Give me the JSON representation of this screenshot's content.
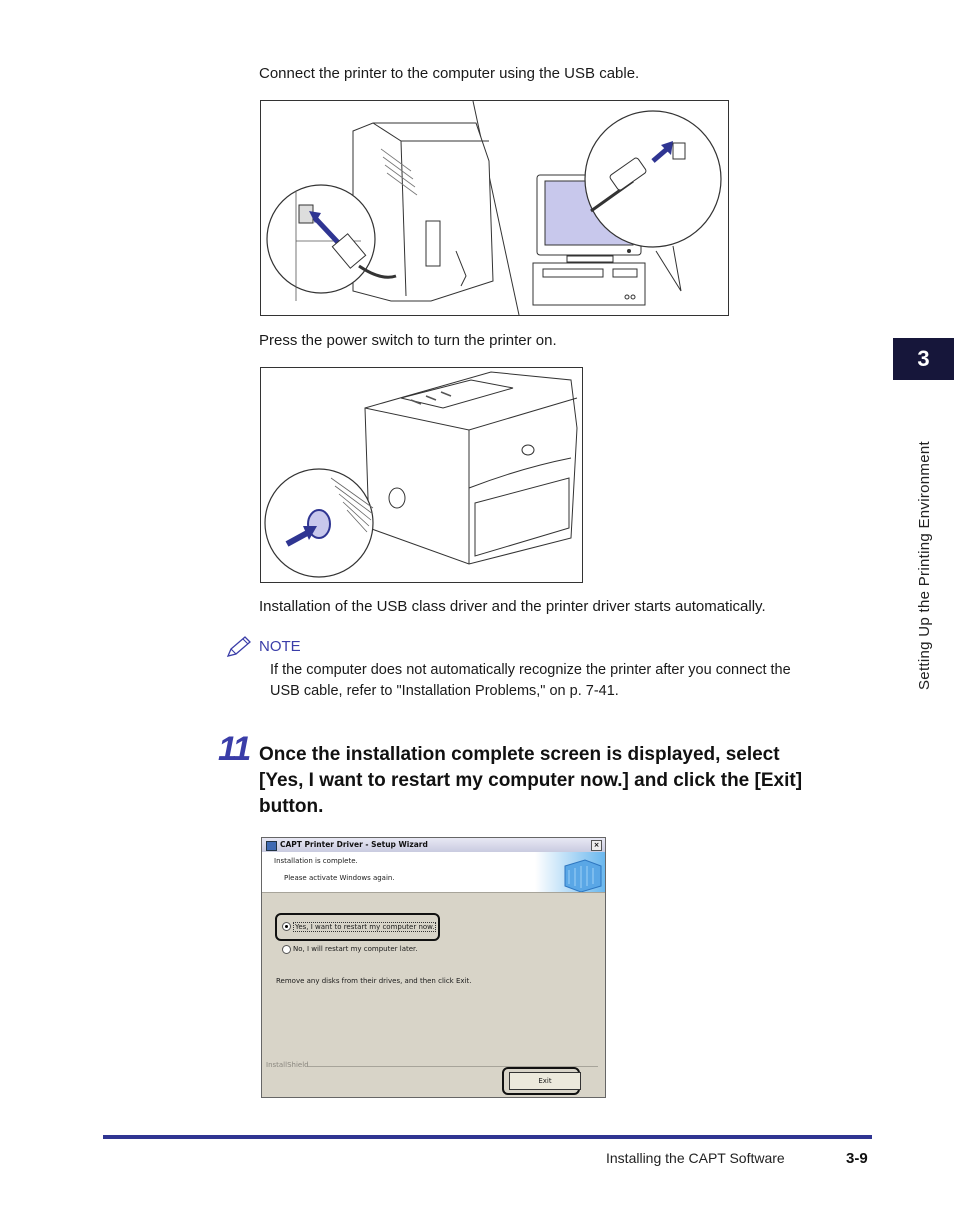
{
  "intro_text": "Connect the printer to the computer using the USB cable.",
  "power_text": "Press the power switch to turn the printer on.",
  "auto_text": "Installation of the USB class driver and the printer driver starts automatically.",
  "note": {
    "label": "NOTE",
    "text_line1": "If the computer does not automatically recognize the printer after you connect the",
    "text_line2": "USB cable, refer to \"Installation Problems,\" on p. 7-41."
  },
  "step": {
    "number": "11",
    "line1": "Once the installation complete screen is displayed, select",
    "line2": "[Yes, I want to restart my computer now.] and click the [Exit]",
    "line3": "button."
  },
  "dialog": {
    "title": "CAPT Printer Driver - Setup Wizard",
    "close": "×",
    "header_line1": "Installation is complete.",
    "header_line2": "Please activate Windows again.",
    "option_yes": "Yes, I want to restart my computer now.",
    "option_no": "No, I will restart my computer later.",
    "instruction": "Remove any disks from their drives, and then click Exit.",
    "brand": "InstallShield",
    "exit_button": "Exit"
  },
  "sidebar": {
    "chapter_number": "3",
    "chapter_title": "Setting Up the Printing Environment"
  },
  "footer": {
    "section_title": "Installing the CAPT Software",
    "page_number": "3-9"
  },
  "colors": {
    "accent": "#3a3da8",
    "footer_rule": "#2f3592",
    "chapter_tab": "#16163a"
  }
}
